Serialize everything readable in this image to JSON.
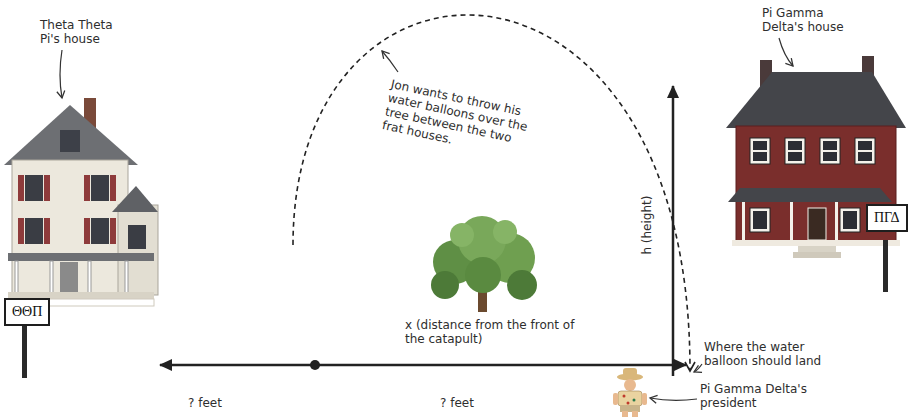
{
  "diagram": {
    "nodes": [
      {
        "text": [
          "ΘΘΠ"
        ]
      },
      {
        "text": [
          "ΠΓΔ"
        ]
      }
    ],
    "labels": [
      "Theta Theta Pi's house",
      "Jon wants to throw his water balloons over the tree between the two frat houses.",
      "Pi Gamma Delta's house",
      "h (height)",
      "Where the water balloon should land",
      "Pi Gamma Delta's president",
      "x (distance from the front of the catapult)",
      "? feet",
      "? feet"
    ]
  }
}
